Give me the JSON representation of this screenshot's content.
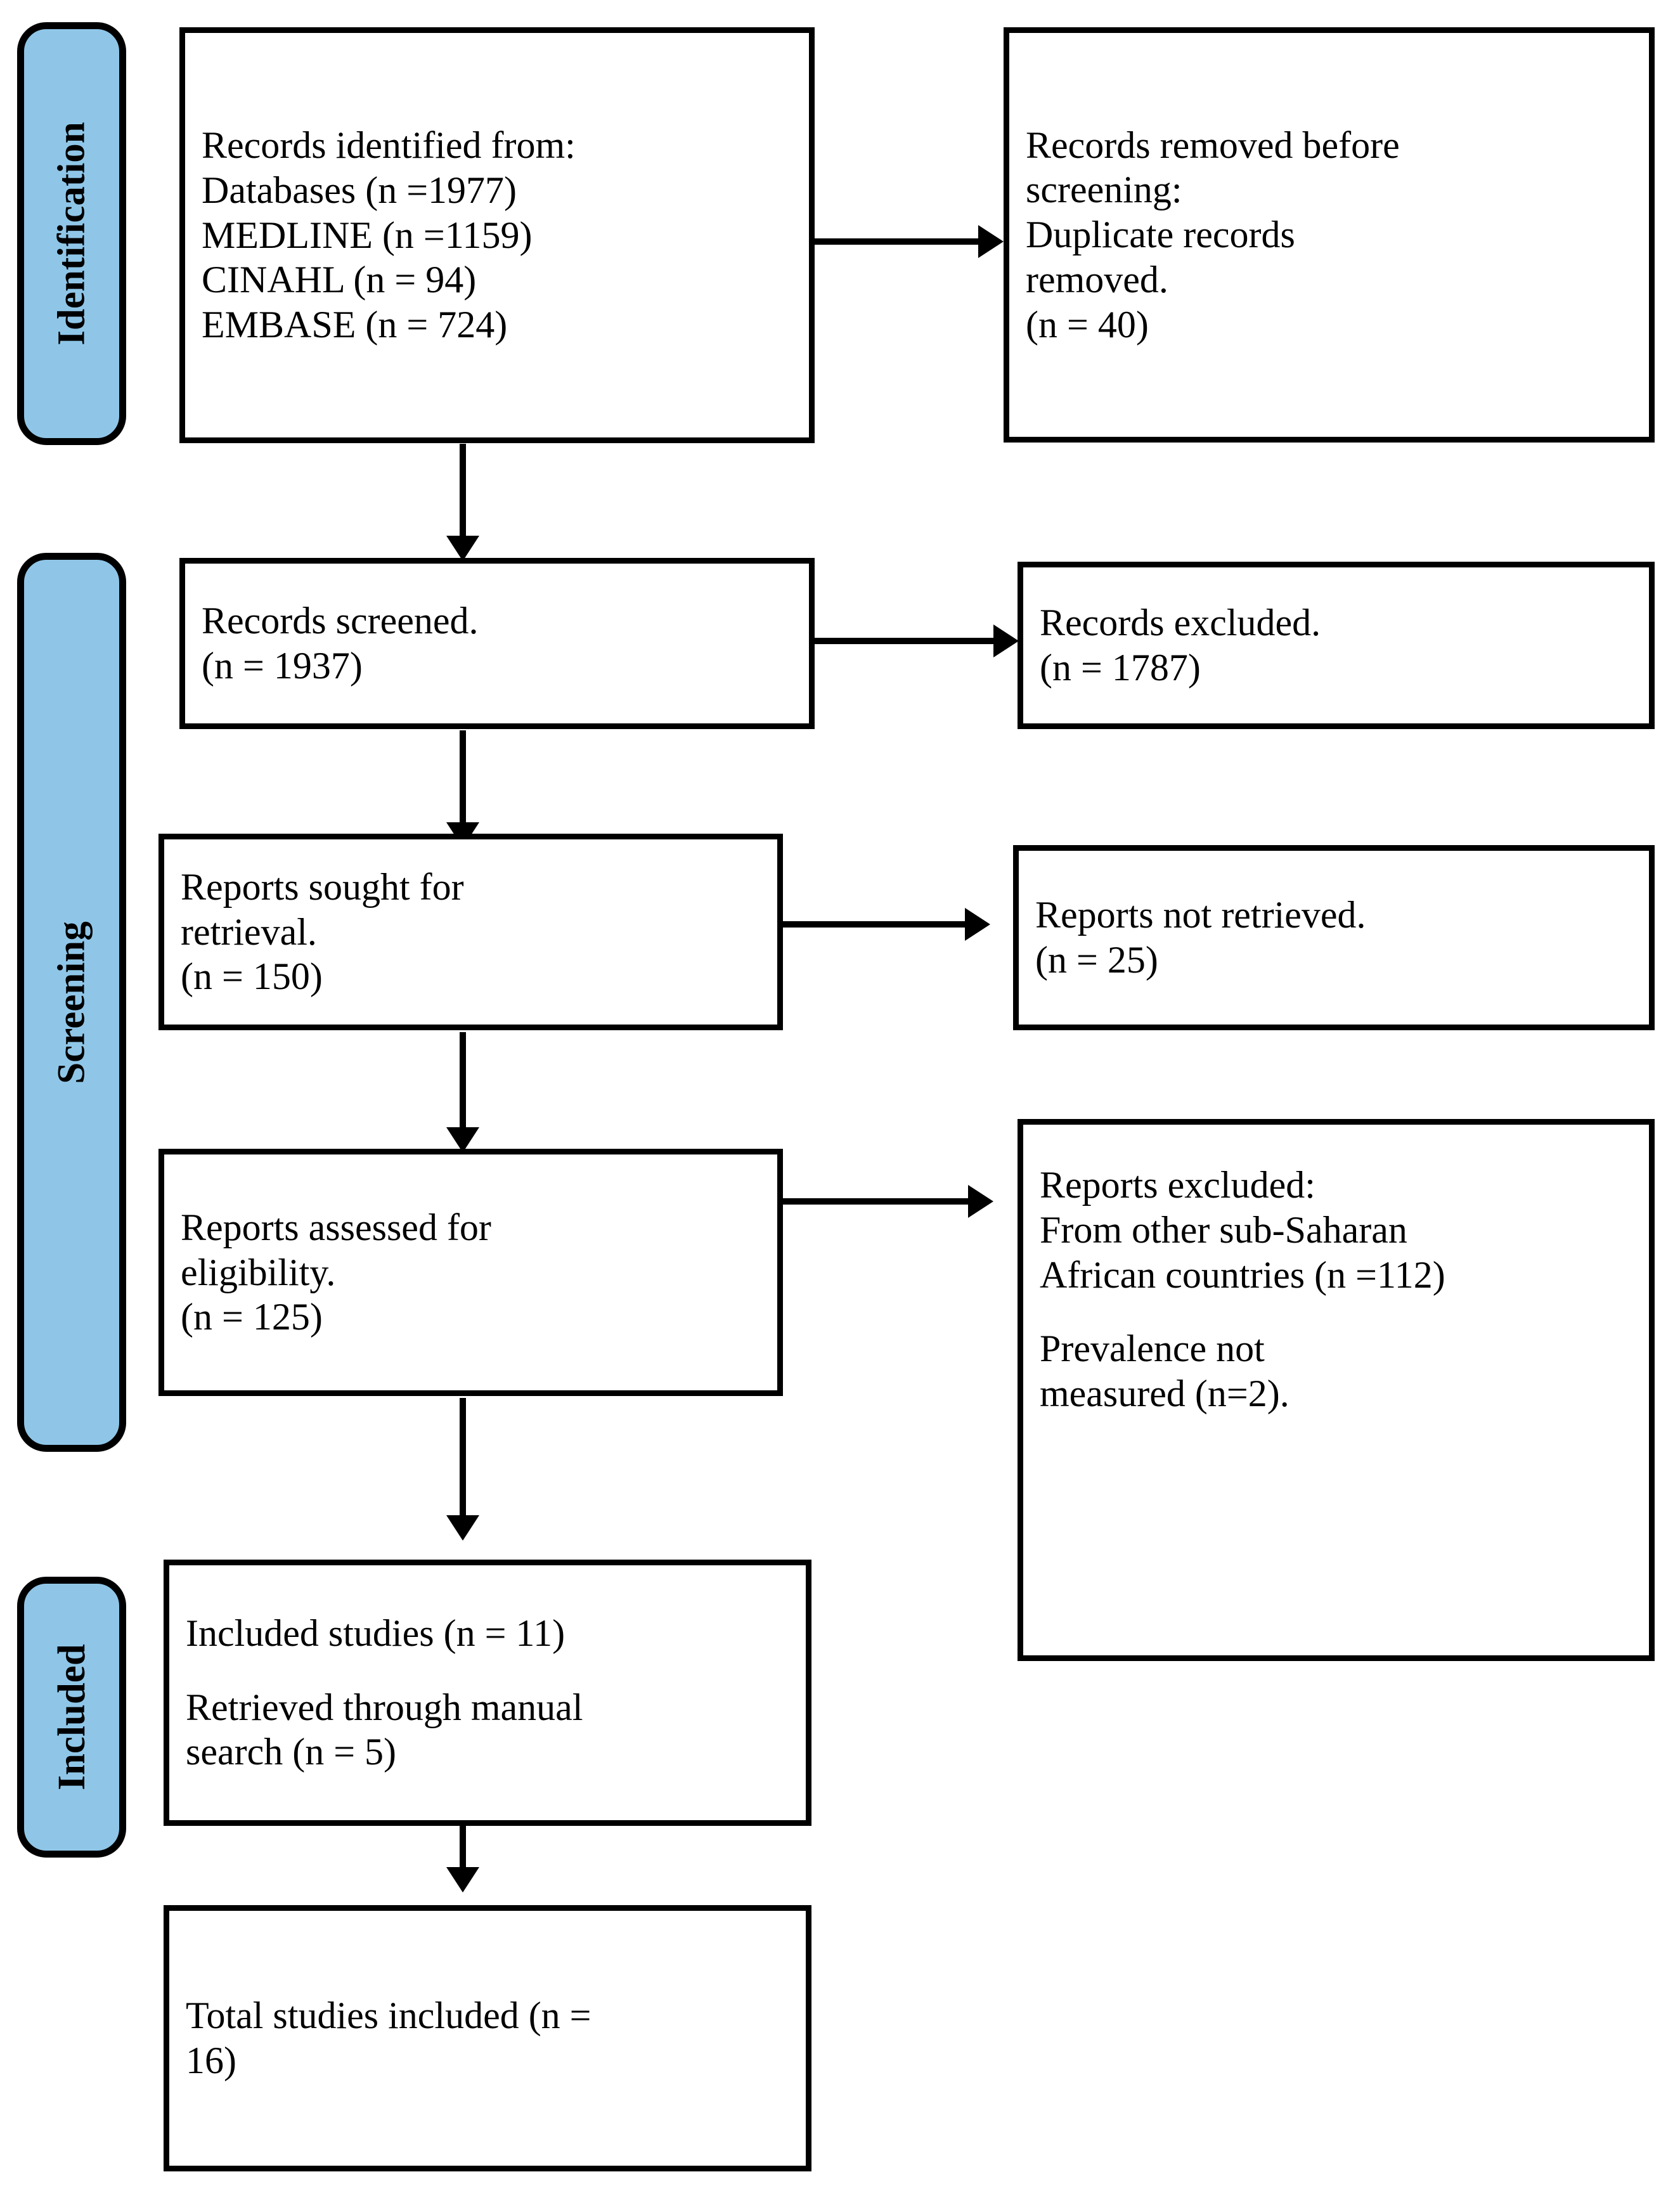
{
  "diagram": {
    "title": "PRISMA flow diagram",
    "accent_color": "#8FC6E8",
    "line_color": "#000000",
    "box_fill": "#FFFFFF"
  },
  "stages": [
    {
      "id": "identification",
      "label": "Identification"
    },
    {
      "id": "screening",
      "label": "Screening"
    },
    {
      "id": "included",
      "label": "Included"
    }
  ],
  "boxes": {
    "records_identified": {
      "line1": "Records identified from:",
      "line2": "Databases (n =1977)",
      "line3": "MEDLINE (n =1159)",
      "line4": "CINAHL (n = 94)",
      "line5": "EMBASE (n = 724)",
      "text": "Records identified from:\nDatabases (n =1977)\nMEDLINE (n =1159)\nCINAHL (n = 94)\nEMBASE (n = 724)"
    },
    "records_removed": {
      "text": "Records removed before\nscreening:\nDuplicate records\nremoved.\n(n = 40)"
    },
    "records_screened": {
      "text": "Records screened.\n(n = 1937)"
    },
    "records_excluded": {
      "text": "Records excluded.\n(n = 1787)"
    },
    "reports_sought": {
      "text": "Reports sought for\nretrieval.\n(n = 150)"
    },
    "reports_not_retrieved": {
      "text": "Reports not retrieved.\n(n = 25)"
    },
    "reports_assessed": {
      "text": "Reports assessed for\neligibility.\n(n = 125)"
    },
    "reports_excluded": {
      "para1": "Reports excluded:\n From other sub-Saharan\nAfrican countries (n =112)",
      "para2": "Prevalence not\nmeasured  (n=2)."
    },
    "included_studies": {
      "para1": "Included studies (n = 11)",
      "para2": "Retrieved through manual\nsearch (n = 5)"
    },
    "total_included": {
      "text": "Total studies included (n =\n16)"
    }
  },
  "counts": {
    "databases": 1977,
    "medline": 1159,
    "cinahl": 94,
    "embase": 724,
    "duplicates_removed": 40,
    "screened": 1937,
    "excluded": 1787,
    "sought_for_retrieval": 150,
    "not_retrieved": 25,
    "assessed_for_eligibility": 125,
    "excluded_other_countries": 112,
    "excluded_prevalence_not_measured": 2,
    "included_studies": 11,
    "manual_search": 5,
    "total_included": 16
  },
  "connectors": [
    {
      "id": "identified-to-removed",
      "type": "horizontal"
    },
    {
      "id": "identified-to-screened",
      "type": "vertical"
    },
    {
      "id": "screened-to-excluded",
      "type": "horizontal"
    },
    {
      "id": "screened-to-sought",
      "type": "vertical"
    },
    {
      "id": "sought-to-not-retrieved",
      "type": "horizontal"
    },
    {
      "id": "sought-to-assessed",
      "type": "vertical"
    },
    {
      "id": "assessed-to-excluded",
      "type": "horizontal"
    },
    {
      "id": "assessed-to-included",
      "type": "vertical"
    },
    {
      "id": "included-to-total",
      "type": "vertical"
    }
  ]
}
